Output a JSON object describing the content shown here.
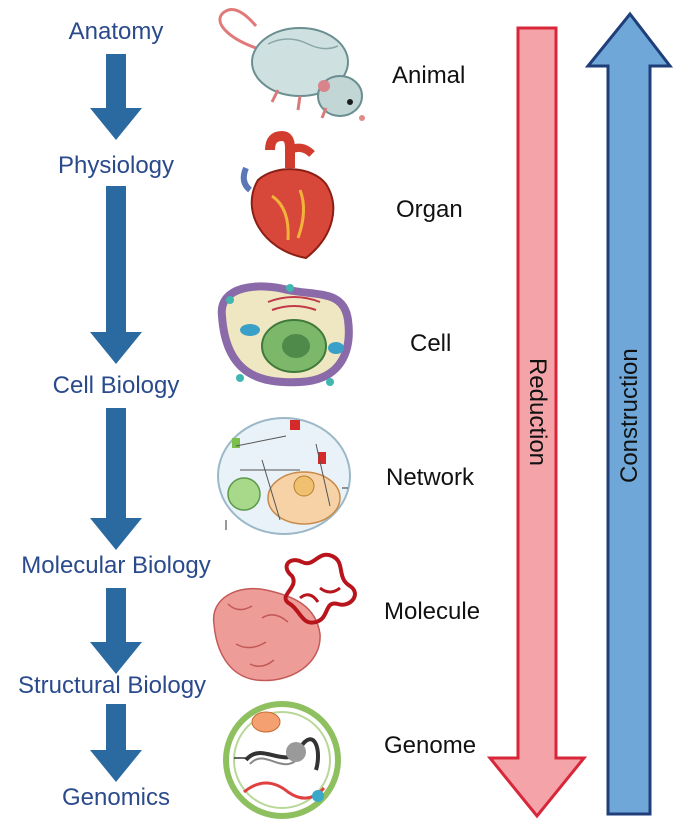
{
  "fields": [
    {
      "label": "Anatomy",
      "icon": "rat-icon"
    },
    {
      "label": "Physiology",
      "icon": "heart-icon"
    },
    {
      "label": "Cell Biology",
      "icon": "cell-icon"
    },
    {
      "label": "Molecular Biology",
      "icon": "network-icon"
    },
    {
      "label": "Structural Biology",
      "icon": "protein-icon"
    },
    {
      "label": "Genomics",
      "icon": "genome-icon"
    }
  ],
  "levels": [
    {
      "label": "Animal"
    },
    {
      "label": "Organ"
    },
    {
      "label": "Cell"
    },
    {
      "label": "Network"
    },
    {
      "label": "Molecule"
    },
    {
      "label": "Genome"
    }
  ],
  "reduction": {
    "label": "Reduction",
    "fill": "#f4a3a8",
    "stroke": "#d8273a"
  },
  "construction": {
    "label": "Construction",
    "fill": "#6fa8d8",
    "stroke": "#1f3e7a"
  },
  "colors": {
    "field_text": "#2a4a8c",
    "down_arrow": "#2b6aa0"
  }
}
